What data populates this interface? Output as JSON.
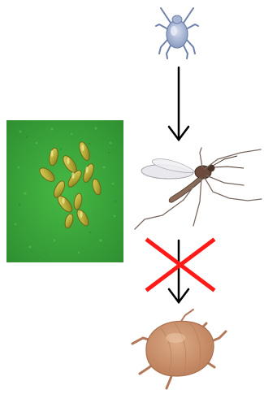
{
  "diagram": {
    "nodes": [
      {
        "id": "mite",
        "icon": "mite-icon"
      },
      {
        "id": "midge",
        "icon": "midge-icon"
      },
      {
        "id": "aphid",
        "icon": "aphid-icon"
      }
    ],
    "inset_photo": {
      "icon": "aphid-eggs-on-leaf-icon"
    },
    "edges": [
      {
        "from": "mite",
        "to": "midge",
        "blocked": false
      },
      {
        "from": "midge",
        "to": "aphid",
        "blocked": true
      }
    ],
    "colors": {
      "arrow": "#000000",
      "block_cross": "#ff1a1a",
      "leaf_green": "#3aa83a",
      "egg_yellow": "#b7b43a",
      "mite_blue": "#7d8fb8",
      "midge_brown": "#8a6a58",
      "aphid_tan": "#c98f68"
    }
  }
}
